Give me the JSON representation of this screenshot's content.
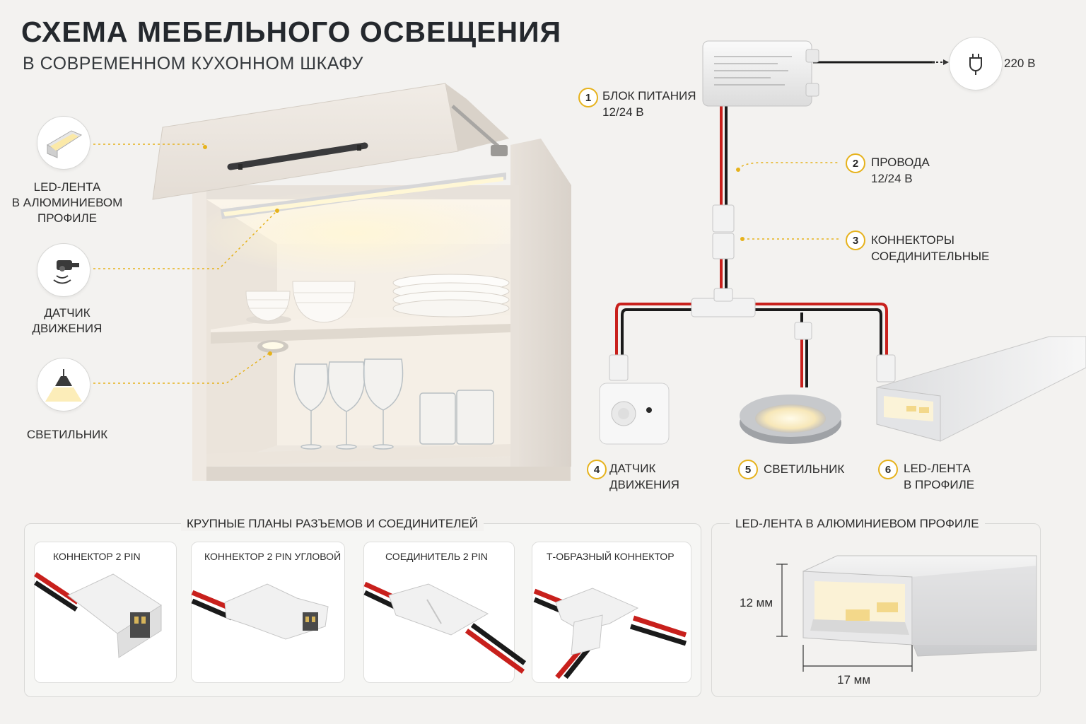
{
  "header": {
    "title": "СХЕМА МЕБЕЛЬНОГО ОСВЕЩЕНИЯ",
    "subtitle": "В СОВРЕМЕННОМ КУХОННОМ ШКАФУ"
  },
  "left_legend": [
    {
      "label": "LED-ЛЕНТА\nВ АЛЮМИНИЕВОМ\nПРОФИЛЕ",
      "icon": "led-profile-icon"
    },
    {
      "label": "ДАТЧИК\nДВИЖЕНИЯ",
      "icon": "motion-sensor-icon"
    },
    {
      "label": "СВЕТИЛЬНИК",
      "icon": "lamp-icon"
    }
  ],
  "callouts": [
    {
      "num": "1",
      "text": "БЛОК ПИТАНИЯ\n12/24 В"
    },
    {
      "num": "2",
      "text": "ПРОВОДА\n12/24 В"
    },
    {
      "num": "3",
      "text": "КОННЕКТОРЫ\nСОЕДИНИТЕЛЬНЫЕ"
    },
    {
      "num": "4",
      "text": "ДАТЧИК\nДВИЖЕНИЯ"
    },
    {
      "num": "5",
      "text": "СВЕТИЛЬНИК"
    },
    {
      "num": "6",
      "text": "LED-ЛЕНТА\nВ ПРОФИЛЕ"
    }
  ],
  "mains": {
    "label": "220 В",
    "icon": "plug-icon"
  },
  "connectors_panel": {
    "title": "КРУПНЫЕ ПЛАНЫ РАЗЪЕМОВ И СОЕДИНИТЕЛЕЙ",
    "cards": [
      {
        "title": "КОННЕКТОР 2 PIN"
      },
      {
        "title": "КОННЕКТОР 2 PIN УГЛОВОЙ"
      },
      {
        "title": "СОЕДИНИТЕЛЬ 2 PIN"
      },
      {
        "title": "Т-ОБРАЗНЫЙ КОННЕКТОР"
      }
    ]
  },
  "profile_panel": {
    "title": "LED-ЛЕНТА В АЛЮМИНИЕВОМ ПРОФИЛЕ",
    "height_label": "12 мм",
    "width_label": "17 мм"
  },
  "colors": {
    "accent": "#e6b21c",
    "wire_red": "#c8201c",
    "wire_black": "#1a1a1a"
  }
}
